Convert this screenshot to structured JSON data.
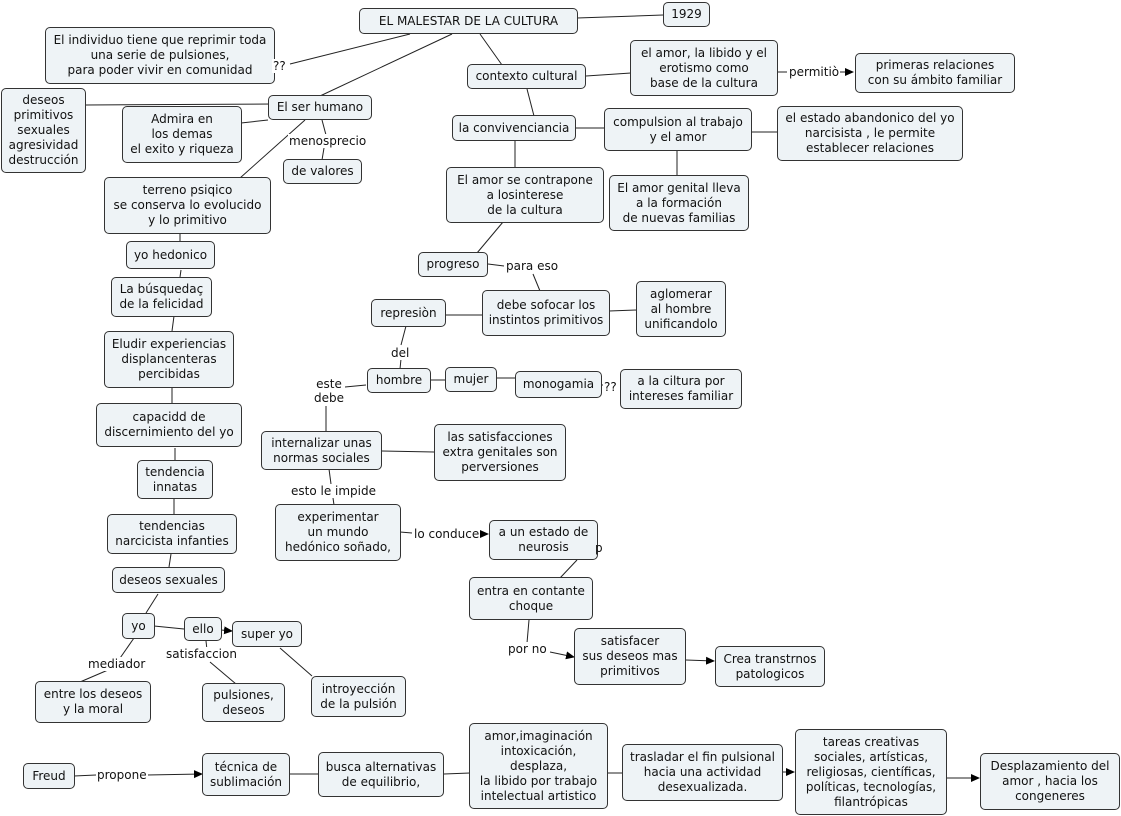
{
  "nodes": {
    "title": "EL MALESTAR DE LA CULTURA",
    "year": "1929",
    "individuo": "El individuo tiene que reprimir toda\nuna serie de pulsiones,\npara poder vivir en comunidad",
    "deseos_prim": "deseos\nprimitivos\nsexuales\nagresividad\ndestrucción",
    "ser_humano": "El ser humano",
    "admira": "Admira en\nlos demas\nel exito y riqueza",
    "de_valores": "de valores",
    "terreno": "terreno psiqico\nse conserva lo evolucido\ny lo primitivo",
    "yo_hedonico": "yo hedonico",
    "busqueda": "La búsquedaç\nde la felicidad",
    "eludir": "Eludir experiencias\ndisplancenteras\npercibidas",
    "capacidad": "capacidd de\ndiscernimiento del yo",
    "tendencia_innatas": "tendencia\ninnatas",
    "tend_narc": "tendencias\nnarcicista infanties",
    "deseos_sex": "deseos sexuales",
    "yo": "yo",
    "ello": "ello",
    "super_yo": "super yo",
    "entre": "entre los deseos\ny la moral",
    "pulsiones": "pulsiones,\ndeseos",
    "introyeccion": "introyección\nde la pulsión",
    "contexto": "contexto cultural",
    "amor_libido": "el amor, la libido y el\nerotismo como\nbase de la cultura",
    "primeras": "primeras relaciones\ncon su ámbito familiar",
    "convivencia": "la convivenciancia",
    "compulsion": "compulsion al trabajo\ny el amor",
    "abandonico": "el estado abandonico del yo\nnarcisista , le permite\nestablecer relaciones",
    "amor_contrapone": "El amor  se contrapone\na losinterese\nde la cultura",
    "amor_genital": "El amor genital lleva\na la formación\nde nuevas familias",
    "progreso": "progreso",
    "represion": "represiòn",
    "sofocar": "debe sofocar los\ninstintos primitivos",
    "aglomerar": "aglomerar\nal hombre\nunificandolo",
    "hombre": "hombre",
    "mujer": "mujer",
    "monogamia": "monogamia",
    "cultura_int": "a la ciltura por\nintereses familiar",
    "internalizar": "internalizar  unas\nnormas sociales",
    "satisfacciones": "las satisfacciones\nextra genitales son\nperversiones",
    "experimentar": "experimentar\nun mundo\nhedónico soñado,",
    "neurosis": "a un estado de\nneurosis",
    "choque": "entra en contante\nchoque",
    "satisfacer": "satisfacer\nsus deseos mas\nprimitivos",
    "transtornos": "Crea transtrnos\npatologicos",
    "freud": "Freud",
    "tecnica": "técnica de\nsublimación",
    "busca": "busca alternativas\nde   equilibrio,",
    "amor_imag": "amor,imaginación\nintoxicación,\ndesplaza,\nla libido por trabajo\nintelectual artistico",
    "trasladar": "trasladar el fin pulsional\nhacia una actividad\ndesexualizada.",
    "tareas": "tareas creativas\nsociales, artísticas,\nreligiosas, científicas,\npolíticas, tecnologías,\nfilantrópicas",
    "desplazamiento": "Desplazamiento del\namor , hacia los\ncongeneres"
  },
  "labels": {
    "q1": "??",
    "menosprecio": "menosprecio",
    "permitio": "permitiò",
    "para_eso": "para eso",
    "del": "del",
    "este_debe": "este\ndebe",
    "q2": "??",
    "esto_impide": "esto le impide",
    "lo_conduce": "lo conduce",
    "p_mark": "p",
    "por_no": "por no",
    "mediador": "mediador",
    "satisfaccion": "satisfaccion",
    "propone": "propone"
  }
}
